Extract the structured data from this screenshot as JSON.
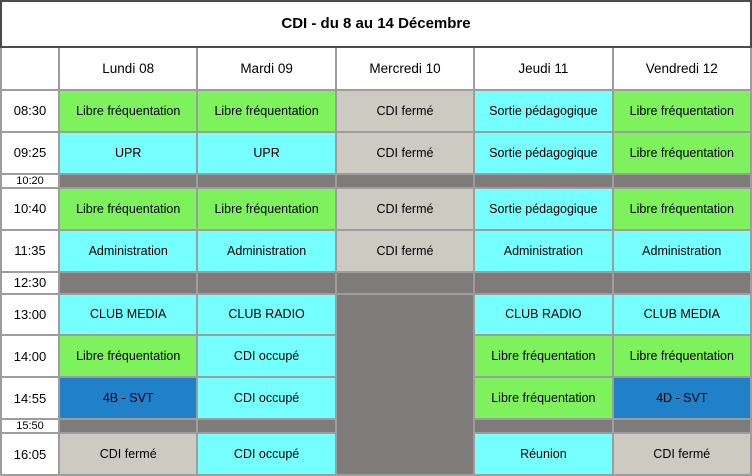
{
  "title": "CDI - du 8 au 14 Décembre",
  "columns": [
    "Lundi 08",
    "Mardi 09",
    "Mercredi 10",
    "Jeudi 11",
    "Vendredi 12"
  ],
  "palette": {
    "libre": "#7DF25C",
    "activity": "#75FFFF",
    "closed": "#CDCAC2",
    "class": "#2181C8",
    "unavailable": "#807B7B",
    "border": "#9D9D9D",
    "outer_border": "#4A4A4A"
  },
  "schedule": {
    "rows": [
      {
        "time": "08:30",
        "kind": "normal",
        "cells": [
          {
            "label": "Libre fréquentation",
            "type": "libre"
          },
          {
            "label": "Libre fréquentation",
            "type": "libre"
          },
          {
            "label": "CDI fermé",
            "type": "closed"
          },
          {
            "label": "Sortie pédagogique",
            "type": "activity"
          },
          {
            "label": "Libre fréquentation",
            "type": "libre"
          }
        ]
      },
      {
        "time": "09:25",
        "kind": "normal",
        "cells": [
          {
            "label": "UPR",
            "type": "activity"
          },
          {
            "label": "UPR",
            "type": "activity"
          },
          {
            "label": "CDI fermé",
            "type": "closed"
          },
          {
            "label": "Sortie pédagogique",
            "type": "activity"
          },
          {
            "label": "Libre fréquentation",
            "type": "libre"
          }
        ]
      },
      {
        "time": "10:20",
        "kind": "break",
        "cells": [
          {
            "label": "",
            "type": "unavailable"
          },
          {
            "label": "",
            "type": "unavailable"
          },
          {
            "label": "",
            "type": "unavailable"
          },
          {
            "label": "",
            "type": "unavailable"
          },
          {
            "label": "",
            "type": "unavailable"
          }
        ]
      },
      {
        "time": "10:40",
        "kind": "normal",
        "cells": [
          {
            "label": "Libre fréquentation",
            "type": "libre"
          },
          {
            "label": "Libre fréquentation",
            "type": "libre"
          },
          {
            "label": "CDI fermé",
            "type": "closed"
          },
          {
            "label": "Sortie pédagogique",
            "type": "activity"
          },
          {
            "label": "Libre fréquentation",
            "type": "libre"
          }
        ]
      },
      {
        "time": "11:35",
        "kind": "normal",
        "cells": [
          {
            "label": "Administration",
            "type": "activity"
          },
          {
            "label": "Administration",
            "type": "activity"
          },
          {
            "label": "CDI fermé",
            "type": "closed"
          },
          {
            "label": "Administration",
            "type": "activity"
          },
          {
            "label": "Administration",
            "type": "activity"
          }
        ]
      },
      {
        "time": "12:30",
        "kind": "break-tall",
        "cells": [
          {
            "label": "",
            "type": "unavailable"
          },
          {
            "label": "",
            "type": "unavailable"
          },
          {
            "label": "",
            "type": "unavailable"
          },
          {
            "label": "",
            "type": "unavailable"
          },
          {
            "label": "",
            "type": "unavailable"
          }
        ]
      },
      {
        "time": "13:00",
        "kind": "normal",
        "cells": [
          {
            "label": "CLUB MEDIA",
            "type": "activity"
          },
          {
            "label": "CLUB RADIO",
            "type": "activity"
          },
          {
            "label": "",
            "type": "unavailable",
            "rowspan": 5
          },
          {
            "label": "CLUB RADIO",
            "type": "activity"
          },
          {
            "label": "CLUB MEDIA",
            "type": "activity"
          }
        ]
      },
      {
        "time": "14:00",
        "kind": "normal",
        "cells": [
          {
            "label": "Libre fréquentation",
            "type": "libre"
          },
          {
            "label": "CDI occupé",
            "type": "activity"
          },
          {
            "label": "Libre fréquentation",
            "type": "libre"
          },
          {
            "label": "Libre fréquentation",
            "type": "libre"
          }
        ]
      },
      {
        "time": "14:55",
        "kind": "normal",
        "cells": [
          {
            "label": "4B - SVT",
            "type": "class"
          },
          {
            "label": "CDI occupé",
            "type": "activity"
          },
          {
            "label": "Libre fréquentation",
            "type": "libre"
          },
          {
            "label": "4D - SVT",
            "type": "class"
          }
        ]
      },
      {
        "time": "15:50",
        "kind": "break",
        "cells": [
          {
            "label": "",
            "type": "unavailable"
          },
          {
            "label": "",
            "type": "unavailable"
          },
          {
            "label": "",
            "type": "unavailable"
          },
          {
            "label": "",
            "type": "unavailable"
          }
        ]
      },
      {
        "time": "16:05",
        "kind": "normal",
        "cells": [
          {
            "label": "CDI fermé",
            "type": "closed"
          },
          {
            "label": "CDI occupé",
            "type": "activity"
          },
          {
            "label": "Réunion",
            "type": "activity"
          },
          {
            "label": "CDI fermé",
            "type": "closed"
          }
        ]
      }
    ]
  }
}
